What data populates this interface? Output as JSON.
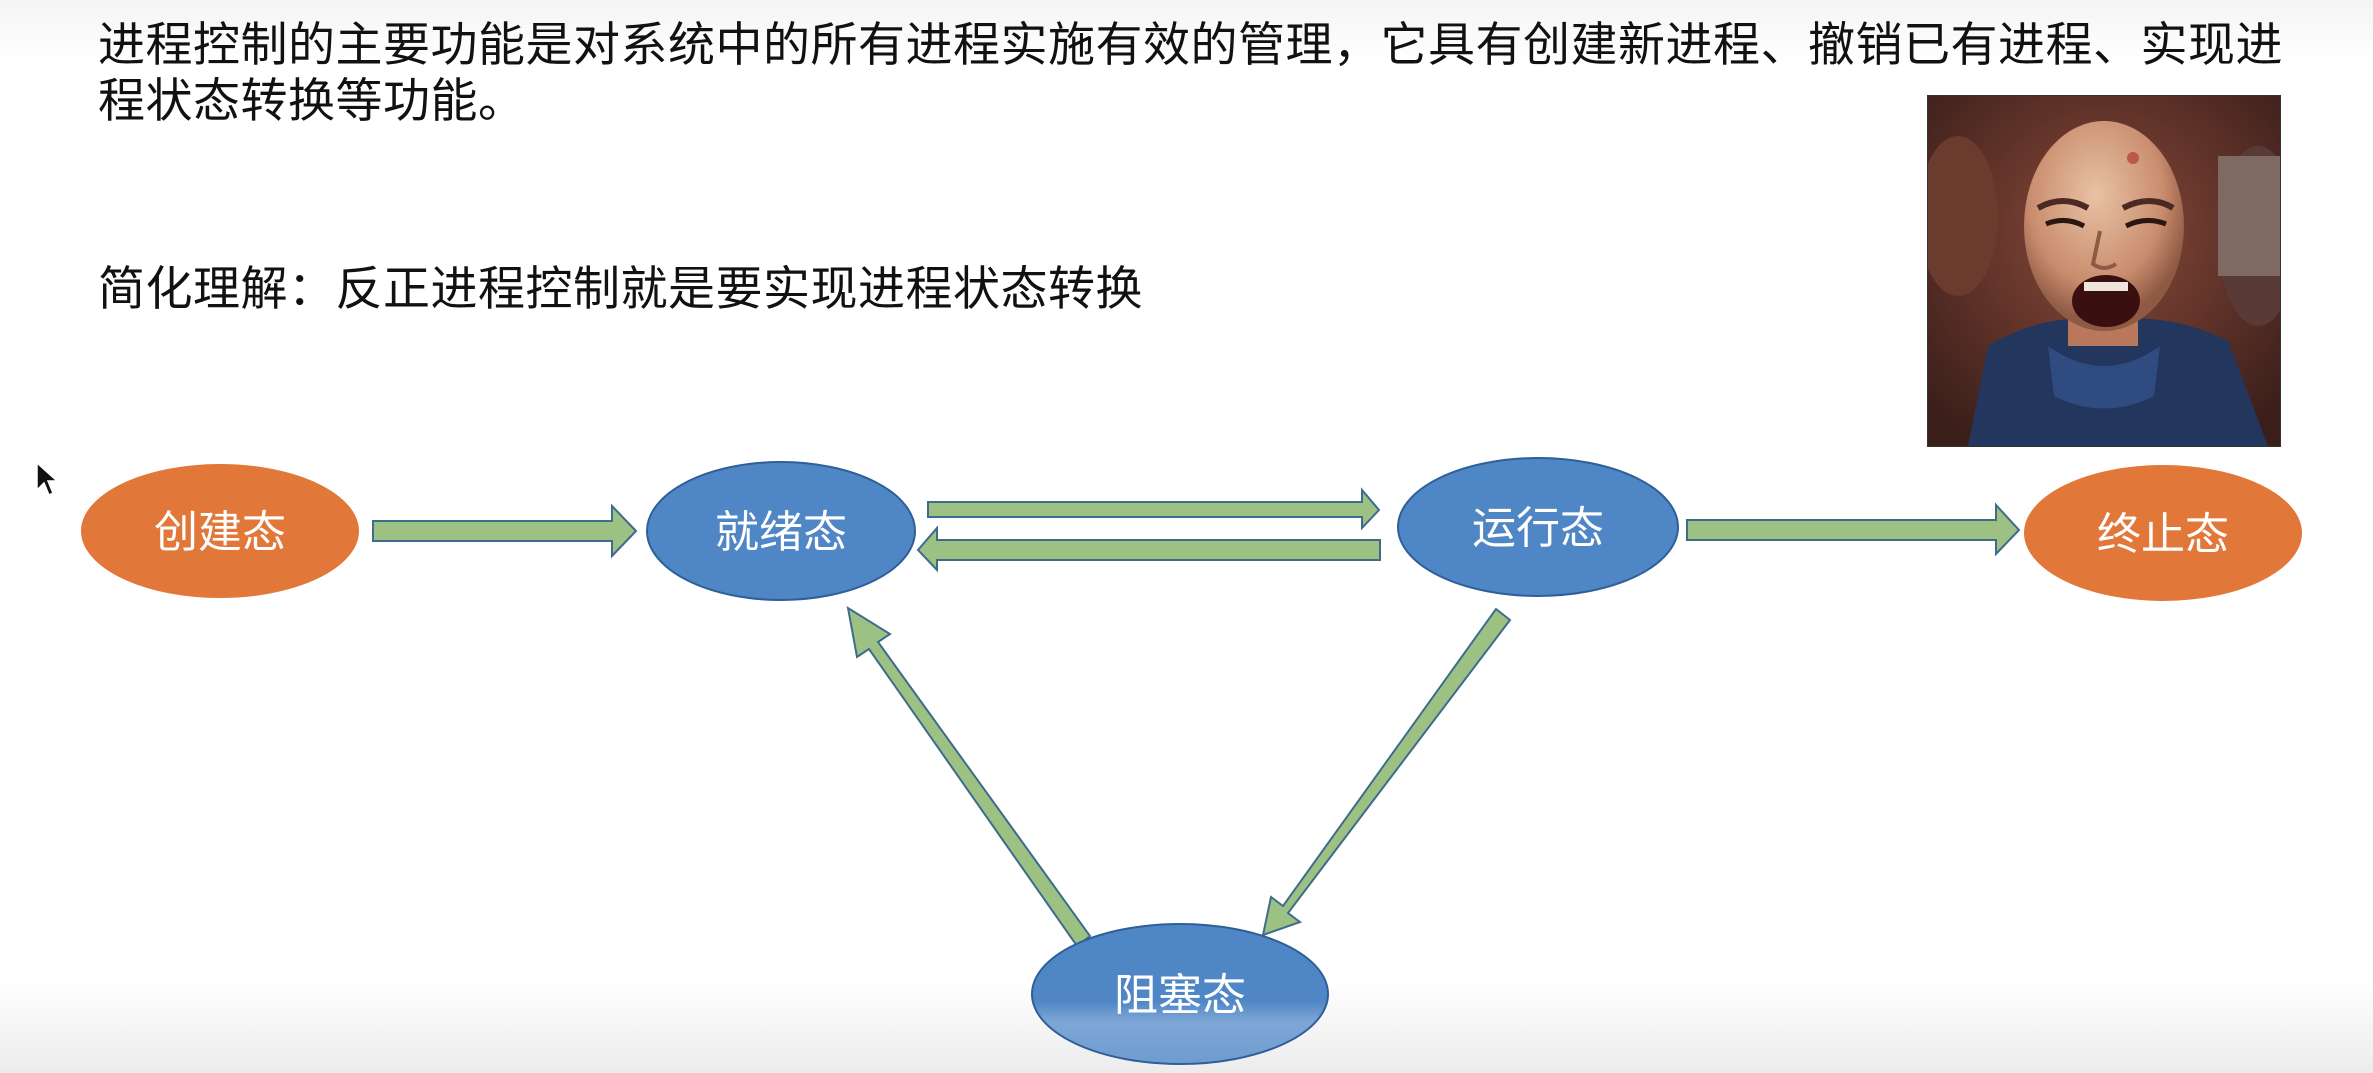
{
  "intro_text": "进程控制的主要功能是对系统中的所有进程实施有效的管理，它具有创建新进程、撤销已有进程、实现进程状态转换等功能。",
  "simplified_text": "简化理解：反正进程控制就是要实现进程状态转换",
  "states": {
    "create": "创建态",
    "ready": "就绪态",
    "running": "运行态",
    "terminated": "终止态",
    "blocked": "阻塞态"
  },
  "colors": {
    "terminal_state": "#E2773A",
    "active_state": "#4F86C6",
    "arrow_fill": "#9DC183",
    "arrow_stroke": "#3E6B8E"
  },
  "image": {
    "icon": "screaming-man-photo"
  }
}
